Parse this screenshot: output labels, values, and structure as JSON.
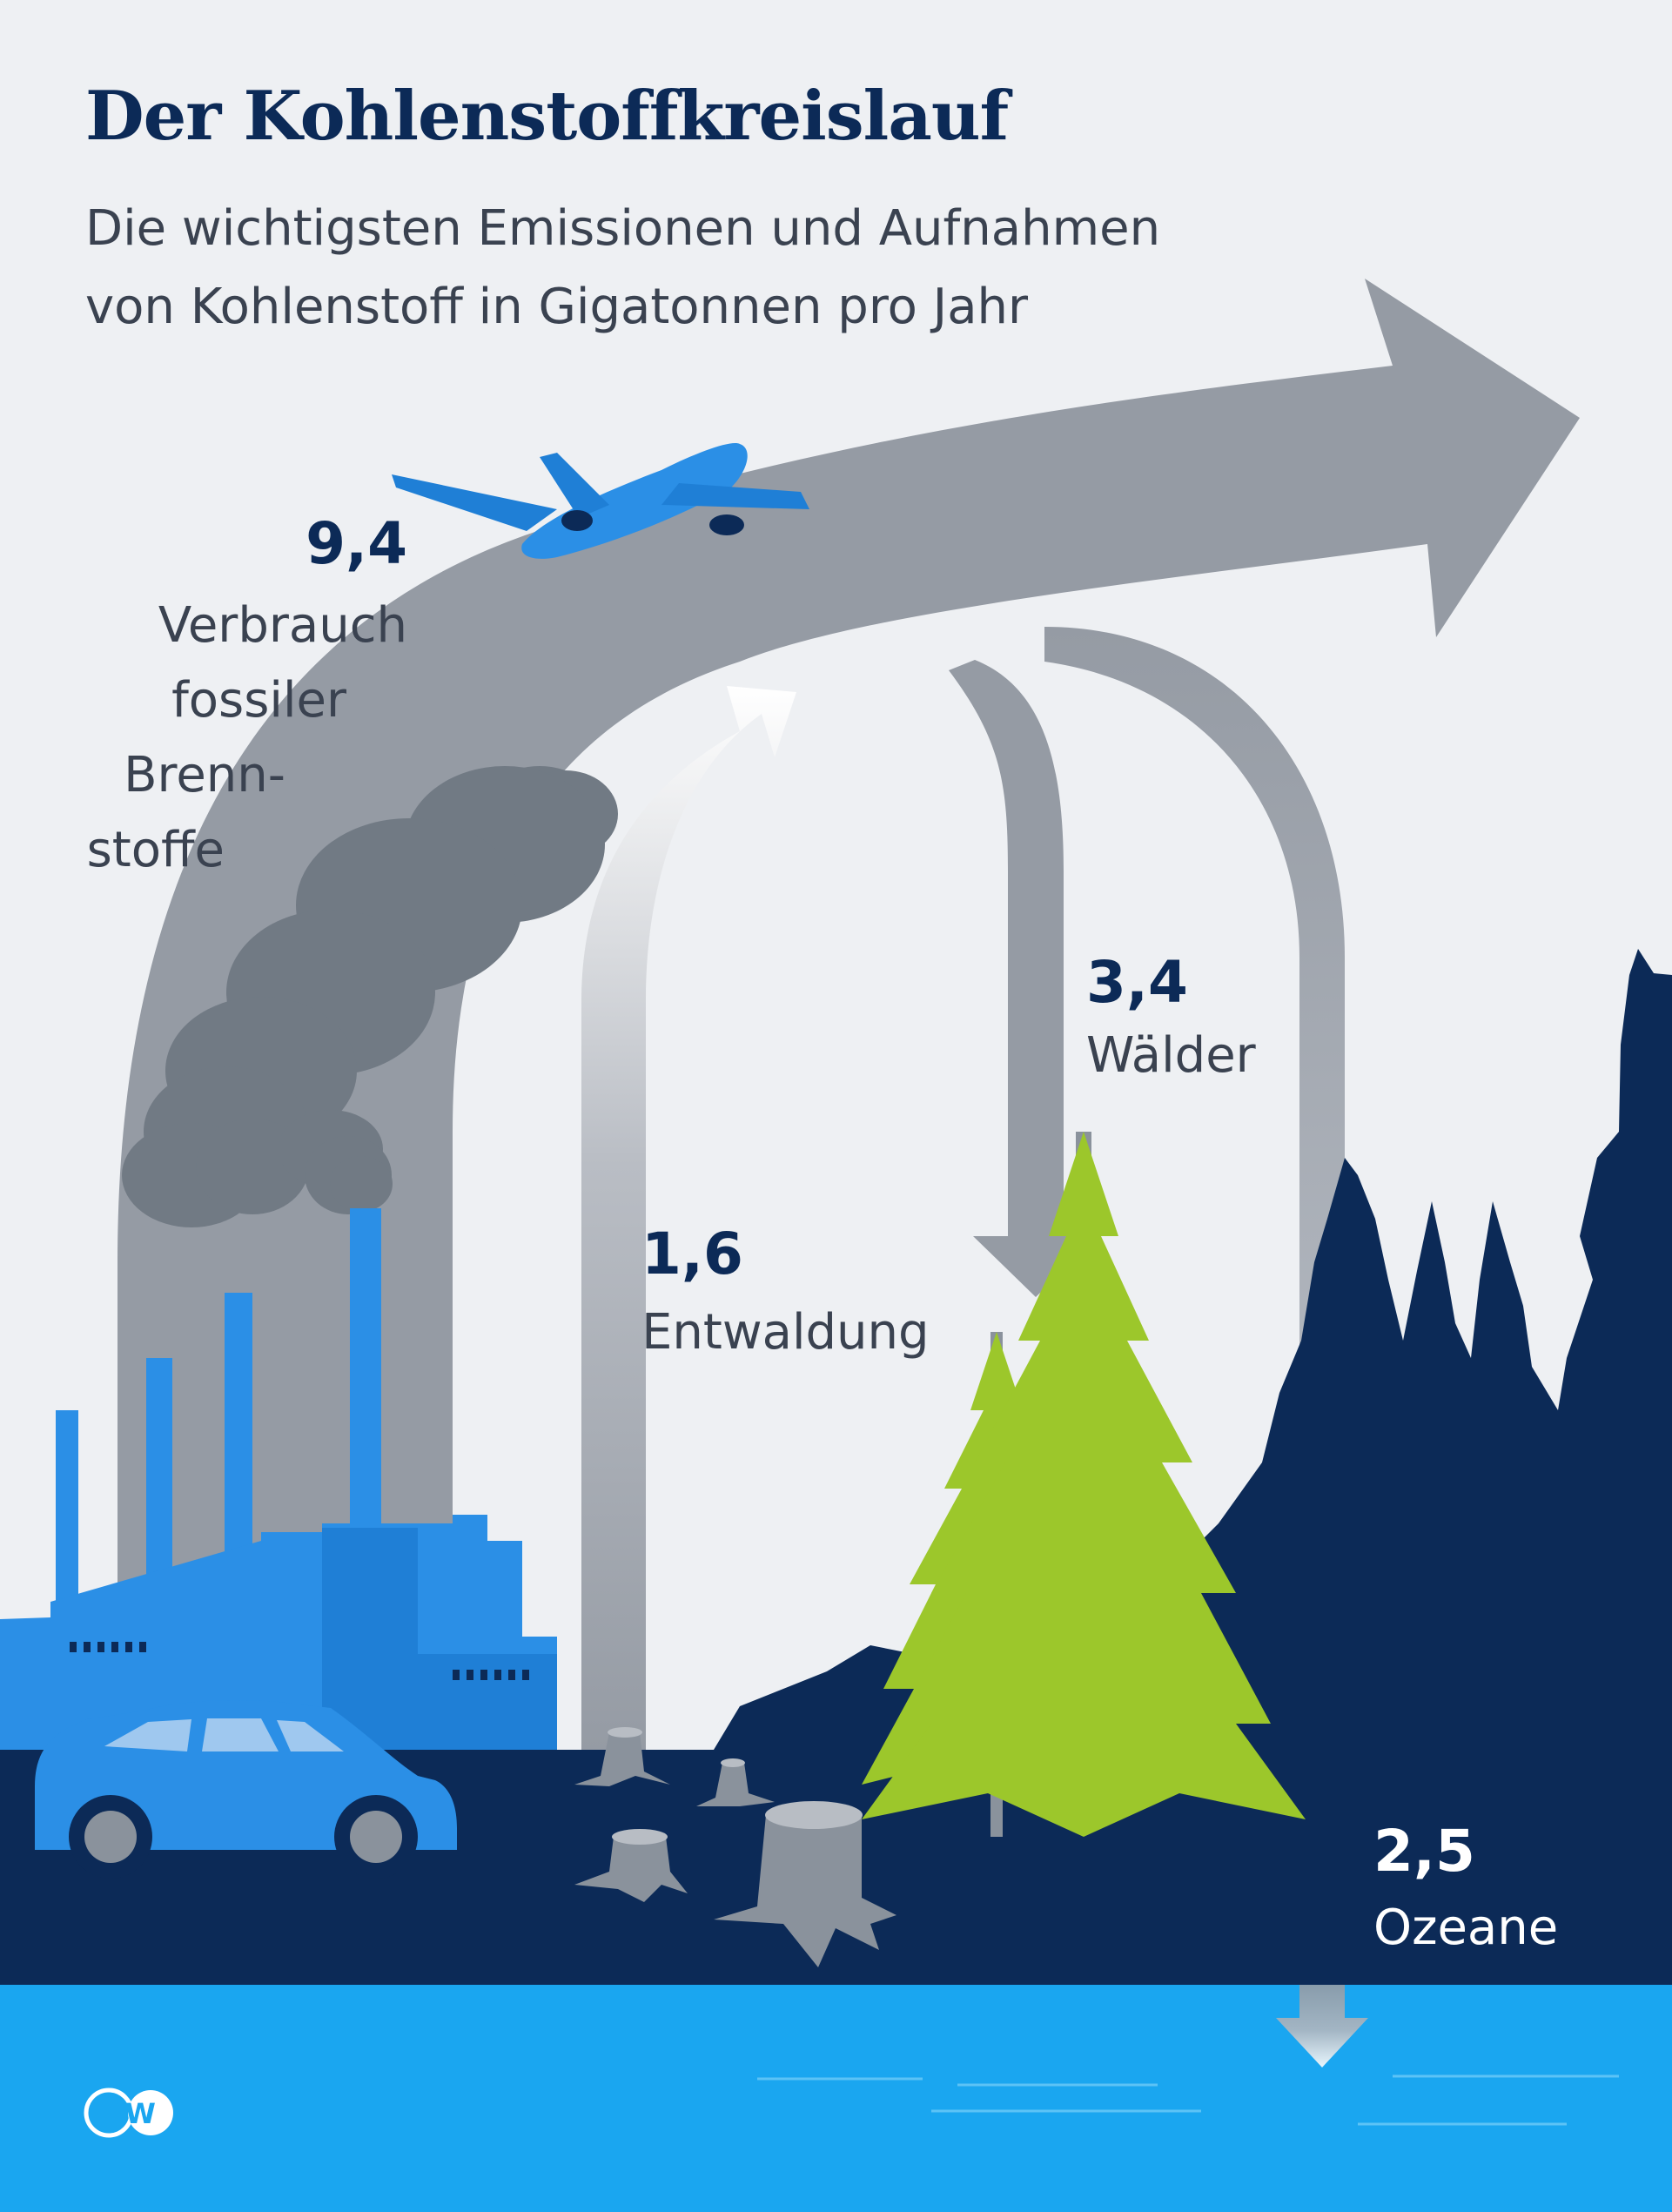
{
  "header": {
    "title": "Der Kohlenstoffkreislauf",
    "subtitle_line1": "Die wichtigsten Emissionen und Aufnahmen",
    "subtitle_line2": "von Kohlenstoff in Gigatonnen pro Jahr"
  },
  "flows": {
    "fossil": {
      "value": "9,4",
      "label_lines": [
        "Verbrauch",
        "fossiler",
        "Brenn-",
        "stoffe"
      ]
    },
    "deforestation": {
      "value": "1,6",
      "label": "Entwaldung"
    },
    "forests": {
      "value": "3,4",
      "label": "Wälder"
    },
    "oceans": {
      "value": "2,5",
      "label": "Ozeane"
    }
  },
  "logo": {
    "text": "DW"
  },
  "colors": {
    "background": "#eef0f3",
    "arrow_gray": "#959ba4",
    "navy": "#0c2a57",
    "factory_blue": "#2b8fe6",
    "tree_green": "#9cc72b",
    "ocean": "#1aa6f0"
  }
}
